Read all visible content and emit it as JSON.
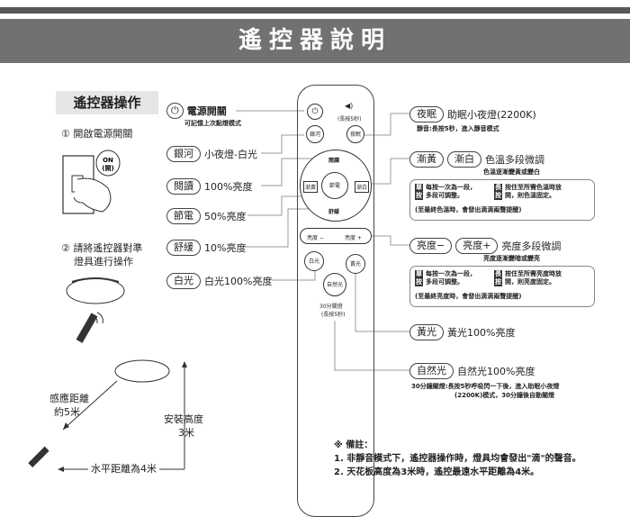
{
  "title": "遙控器說明",
  "section_title": "遙控器操作",
  "steps": {
    "step1": "① 開啟電源開關",
    "on_bubble_1": "ON",
    "on_bubble_2": "(開)",
    "step2_line1": "② 請將遙控器對準",
    "step2_line2": "燈具進行操作"
  },
  "distance": {
    "sense_1": "感應距離",
    "sense_2": "約5米",
    "height_1": "安裝高度",
    "height_2": "3米",
    "horizontal": "水平距離為4米"
  },
  "remote": {
    "power": "⏻",
    "mute_hint": "(長按5秒)",
    "galaxy": "銀河",
    "night": "夜眠",
    "reading": "閱讀",
    "warm": "漸黃",
    "save": "節電",
    "white": "漸白",
    "soothe": "舒緩",
    "bright_minus": "亮度 −",
    "bright_plus": "亮度 +",
    "white_light": "白光",
    "yellow_light": "黃光",
    "natural": "自然光",
    "timer": "30分關燈",
    "timer_hint": "(長按5秒)"
  },
  "left_labels": [
    {
      "pill": "⏻",
      "text": "電源開關",
      "sub": "可記憶上次點燈模式"
    },
    {
      "pill": "銀河",
      "text": "小夜燈-白光"
    },
    {
      "pill": "閱讀",
      "text": "100%亮度"
    },
    {
      "pill": "節電",
      "text": "50%亮度"
    },
    {
      "pill": "舒緩",
      "text": "10%亮度"
    },
    {
      "pill": "白光",
      "text": "白光100%亮度"
    }
  ],
  "right_labels": {
    "night": {
      "pill": "夜眠",
      "text": "助眠小夜燈(2200K)",
      "sub": "靜音:長按5秒，進入靜音模式"
    },
    "color": {
      "pill1": "漸黃",
      "pill2": "漸白",
      "text": "色溫多段微調",
      "sub": "色溫逐漸變黃或變白",
      "single_tag": "單按",
      "single_text_1": "每按一次為一段，",
      "single_text_2": "多段可調整。",
      "long_tag": "長按",
      "long_text_1": "按住至所需色溫時放",
      "long_text_2": "開，則色溫固定。",
      "foot": "(至最終色溫時，會發出滴滴兩聲提醒)"
    },
    "bright": {
      "pill1": "亮度−",
      "pill2": "亮度+",
      "text": "亮度多段微調",
      "sub": "亮度逐漸變暗或變亮",
      "single_tag": "單按",
      "single_text_1": "每按一次為一段，",
      "single_text_2": "多段可調整。",
      "long_tag": "長按",
      "long_text_1": "按住至所需亮度時放",
      "long_text_2": "開，則亮度固定。",
      "foot": "(至最終亮度時，會發出滴滴兩聲提醒)"
    },
    "yellow": {
      "pill": "黃光",
      "text": "黃光100%亮度"
    },
    "natural": {
      "pill": "自然光",
      "text": "自然光100%亮度",
      "sub_1": "30分鐘關燈:長按5秒呼吸閃一下後，進入助眠小夜燈",
      "sub_2": "(2200K)模式，30分鐘後自動關燈"
    }
  },
  "notes": {
    "heading": "※ 備註：",
    "line1": "1. 非靜音模式下，遙控器操作時，燈具均會發出\"滴\"的聲音。",
    "line2": "2. 天花板高度為3米時，遙控最遠水平距離為4米。"
  }
}
